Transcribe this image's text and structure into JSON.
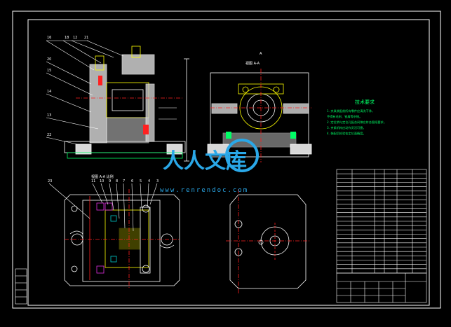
{
  "colors": {
    "frame": "#ffffff",
    "part": "#ffffff",
    "hatch": "#e8e8e8",
    "yellow": "#ffff00",
    "red": "#ff2020",
    "cyan": "#00c8c8",
    "green": "#00ff66",
    "magenta": "#e030e0",
    "watermark": "#2aa8e8"
  },
  "view_labels": {
    "top_right": "A",
    "top_right_sub": "视图 A-A",
    "bottom_left": "视图 A-A 比例"
  },
  "watermark": {
    "logo_chars": "人人文库",
    "url": "www.renrendoc.com"
  },
  "tech_requirements": {
    "title": "技术要求",
    "lines": [
      "1. 夹具装配前所有零件应清洗干净，",
      "   不得有毛刺、铁屑等杂物。",
      "2. 定位销与定位孔配合间隙应符合图纸要求。",
      "3. 夹紧机构应动作灵活可靠。",
      "4. 装配后检验各定位面精度。"
    ]
  },
  "leaders_top_left": [
    "16",
    "18",
    "12",
    "21",
    "20",
    "15",
    "14",
    "13",
    "22"
  ],
  "leaders_bottom_left": [
    "23",
    "11",
    "10",
    "9",
    "8",
    "7",
    "6",
    "5",
    "4",
    "3"
  ]
}
